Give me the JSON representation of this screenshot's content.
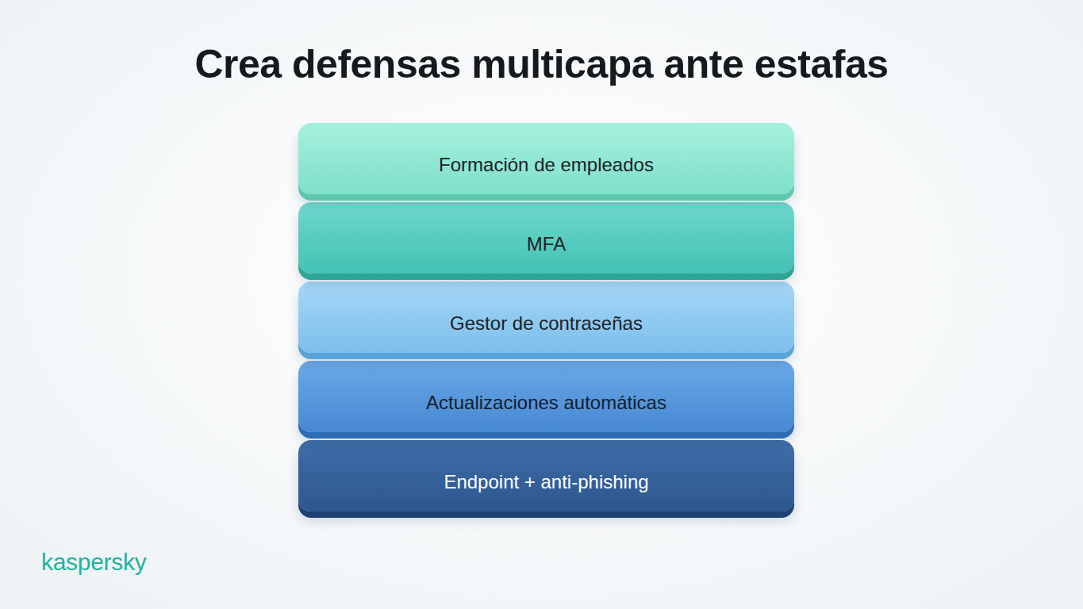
{
  "diagram": {
    "title": "Crea defensas multicapa ante estafas",
    "nodes": [
      {
        "text": [
          "Formación de empleados"
        ]
      },
      {
        "text": [
          "MFA"
        ]
      },
      {
        "text": [
          "Gestor de contraseñas"
        ]
      },
      {
        "text": [
          "Actualizaciones automáticas"
        ]
      },
      {
        "text": [
          "Endpoint + anti-phishing"
        ]
      }
    ],
    "labels": [
      "kaspersky"
    ]
  }
}
